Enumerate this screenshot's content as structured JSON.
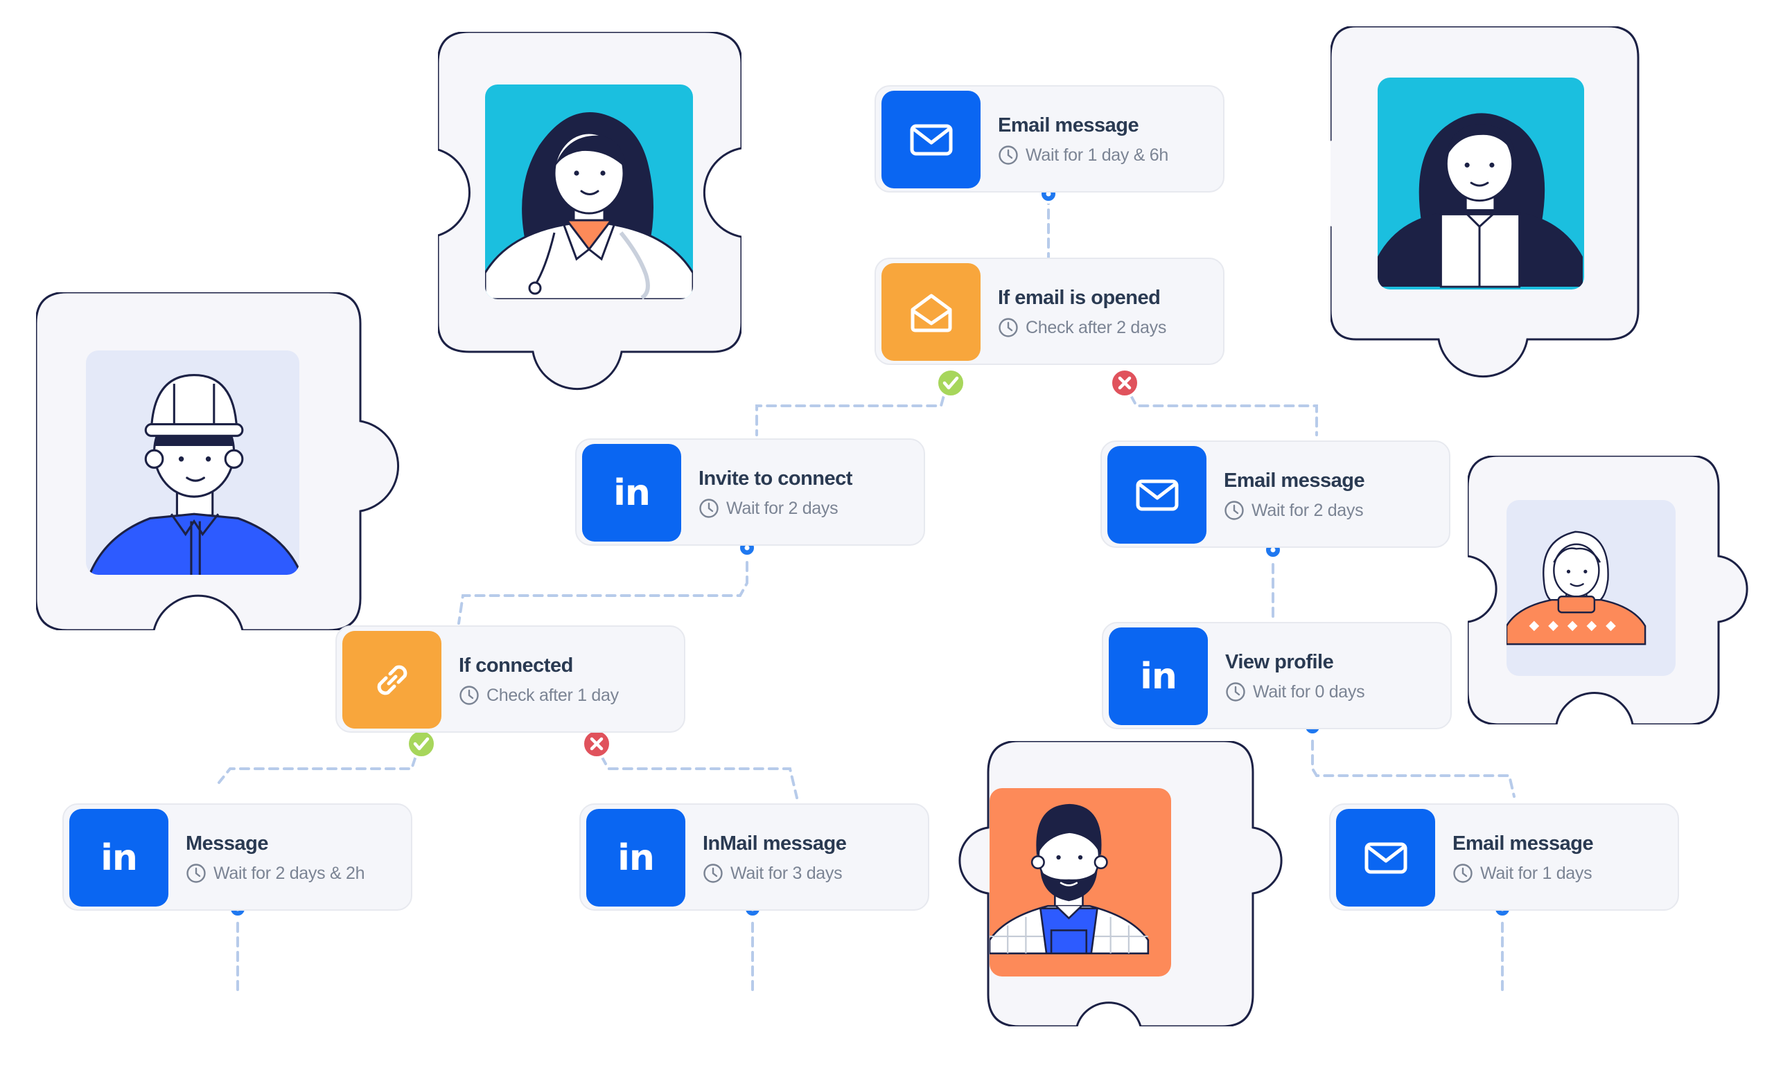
{
  "nodes": [
    {
      "id": "email-1",
      "kind": "email",
      "title": "Email message",
      "subtitle": "Wait for 1 day & 6h"
    },
    {
      "id": "if-opened",
      "kind": "opened",
      "title": "If email is opened",
      "subtitle": "Check after 2 days"
    },
    {
      "id": "invite",
      "kind": "linkedin",
      "title": "Invite to connect",
      "subtitle": "Wait for 2 days"
    },
    {
      "id": "email-2",
      "kind": "email",
      "title": "Email message",
      "subtitle": "Wait for 2 days"
    },
    {
      "id": "if-connected",
      "kind": "link",
      "title": "If connected",
      "subtitle": "Check after 1 day"
    },
    {
      "id": "view-profile",
      "kind": "linkedin",
      "title": "View profile",
      "subtitle": "Wait for 0 days"
    },
    {
      "id": "message",
      "kind": "linkedin",
      "title": "Message",
      "subtitle": "Wait for 2 days & 2h"
    },
    {
      "id": "inmail",
      "kind": "linkedin",
      "title": "InMail message",
      "subtitle": "Wait for 3 days"
    },
    {
      "id": "email-3",
      "kind": "email",
      "title": "Email message",
      "subtitle": "Wait for 1 days"
    }
  ],
  "icon_glyphs": {
    "linkedin": "in"
  },
  "icons": {
    "email": "envelope-icon",
    "opened": "open-envelope-icon",
    "linkedin": "linkedin-icon",
    "link": "link-icon",
    "clock": "clock-icon",
    "yes": "check-icon",
    "no": "cross-icon"
  },
  "colors": {
    "action_blue": "#0a66f2",
    "condition_orange": "#f8a63c",
    "check_green": "#a7d65b",
    "cross_red": "#e0525c",
    "connector_dot": "#1f78f0",
    "connector_dash": "#b7cbea",
    "node_bg": "#f5f6fa",
    "outline": "#1c2145"
  },
  "avatars": [
    {
      "id": "doctor",
      "name": "doctor-avatar",
      "bg": "#1bbfdf"
    },
    {
      "id": "woman",
      "name": "woman-bob-hair-avatar",
      "bg": "#1bbfdf"
    },
    {
      "id": "builder",
      "name": "construction-worker-avatar",
      "bg": "#e4e9f8"
    },
    {
      "id": "grandma",
      "name": "elderly-woman-avatar",
      "bg": "#e4e9f8"
    },
    {
      "id": "farmer",
      "name": "bearded-man-avatar",
      "bg": "#fd8a59"
    }
  ]
}
